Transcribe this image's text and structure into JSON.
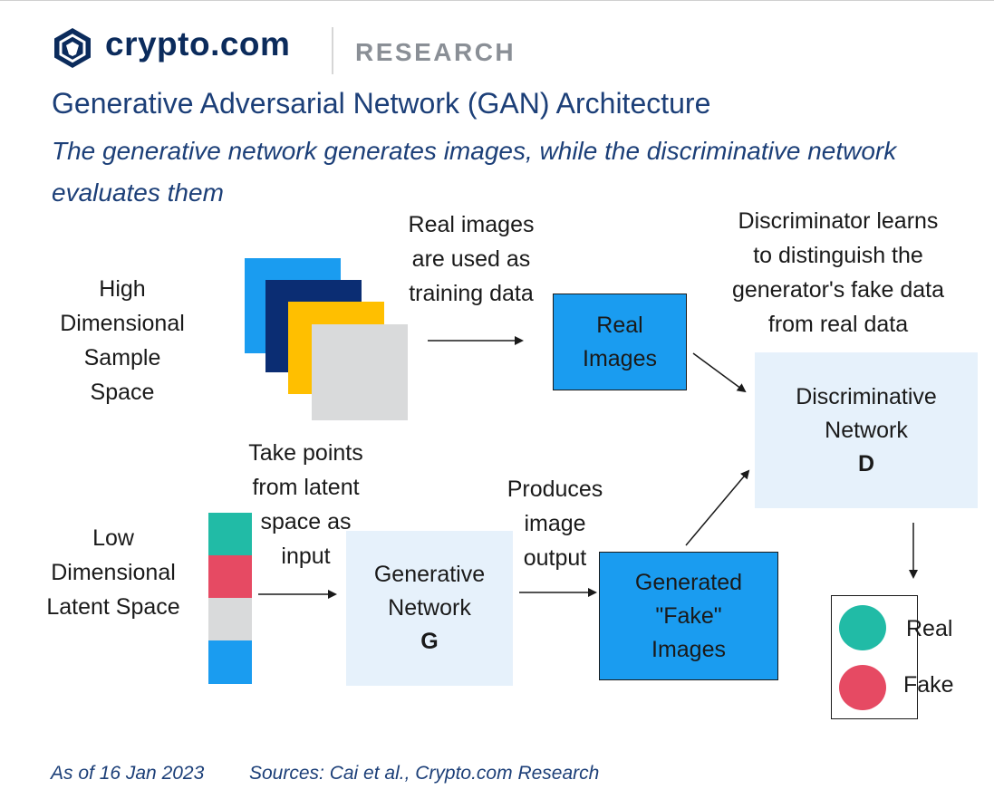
{
  "header": {
    "brand": "crypto.com",
    "brand_sub": "RESEARCH",
    "title": "Generative Adversarial Network (GAN) Architecture",
    "subtitle": "The generative network generates images, while the discriminative network evaluates them"
  },
  "diagram": {
    "high_space_label": "High\nDimensional\nSample\nSpace",
    "low_space_label": "Low\nDimensional\nLatent Space",
    "real_images_note": "Real images\nare used as\ntraining data",
    "latent_note": "Take points\nfrom latent\nspace as\ninput",
    "produces_note": "Produces\nimage\noutput",
    "discriminator_note": "Discriminator learns\nto distinguish the\ngenerator's fake data\nfrom real data",
    "real_images_box": "Real\nImages",
    "generative_box": "Generative\nNetwork",
    "generative_letter": "G",
    "generated_box": "Generated\n\"Fake\"\nImages",
    "discriminative_box": "Discriminative\nNetwork",
    "discriminative_letter": "D",
    "sample_colors": [
      "#1a9cf0",
      "#0b2d73",
      "#ffbf00",
      "#d9dadb"
    ],
    "latent_colors": [
      "#21bba6",
      "#e64a63",
      "#d9dadb",
      "#1a9cf0"
    ]
  },
  "legend": {
    "real_label": "Real",
    "fake_label": "Fake",
    "real_color": "#21bba6",
    "fake_color": "#e64a63"
  },
  "footer": {
    "date": "As of 16 Jan 2023",
    "sources": "Sources: Cai et al., Crypto.com Research"
  }
}
